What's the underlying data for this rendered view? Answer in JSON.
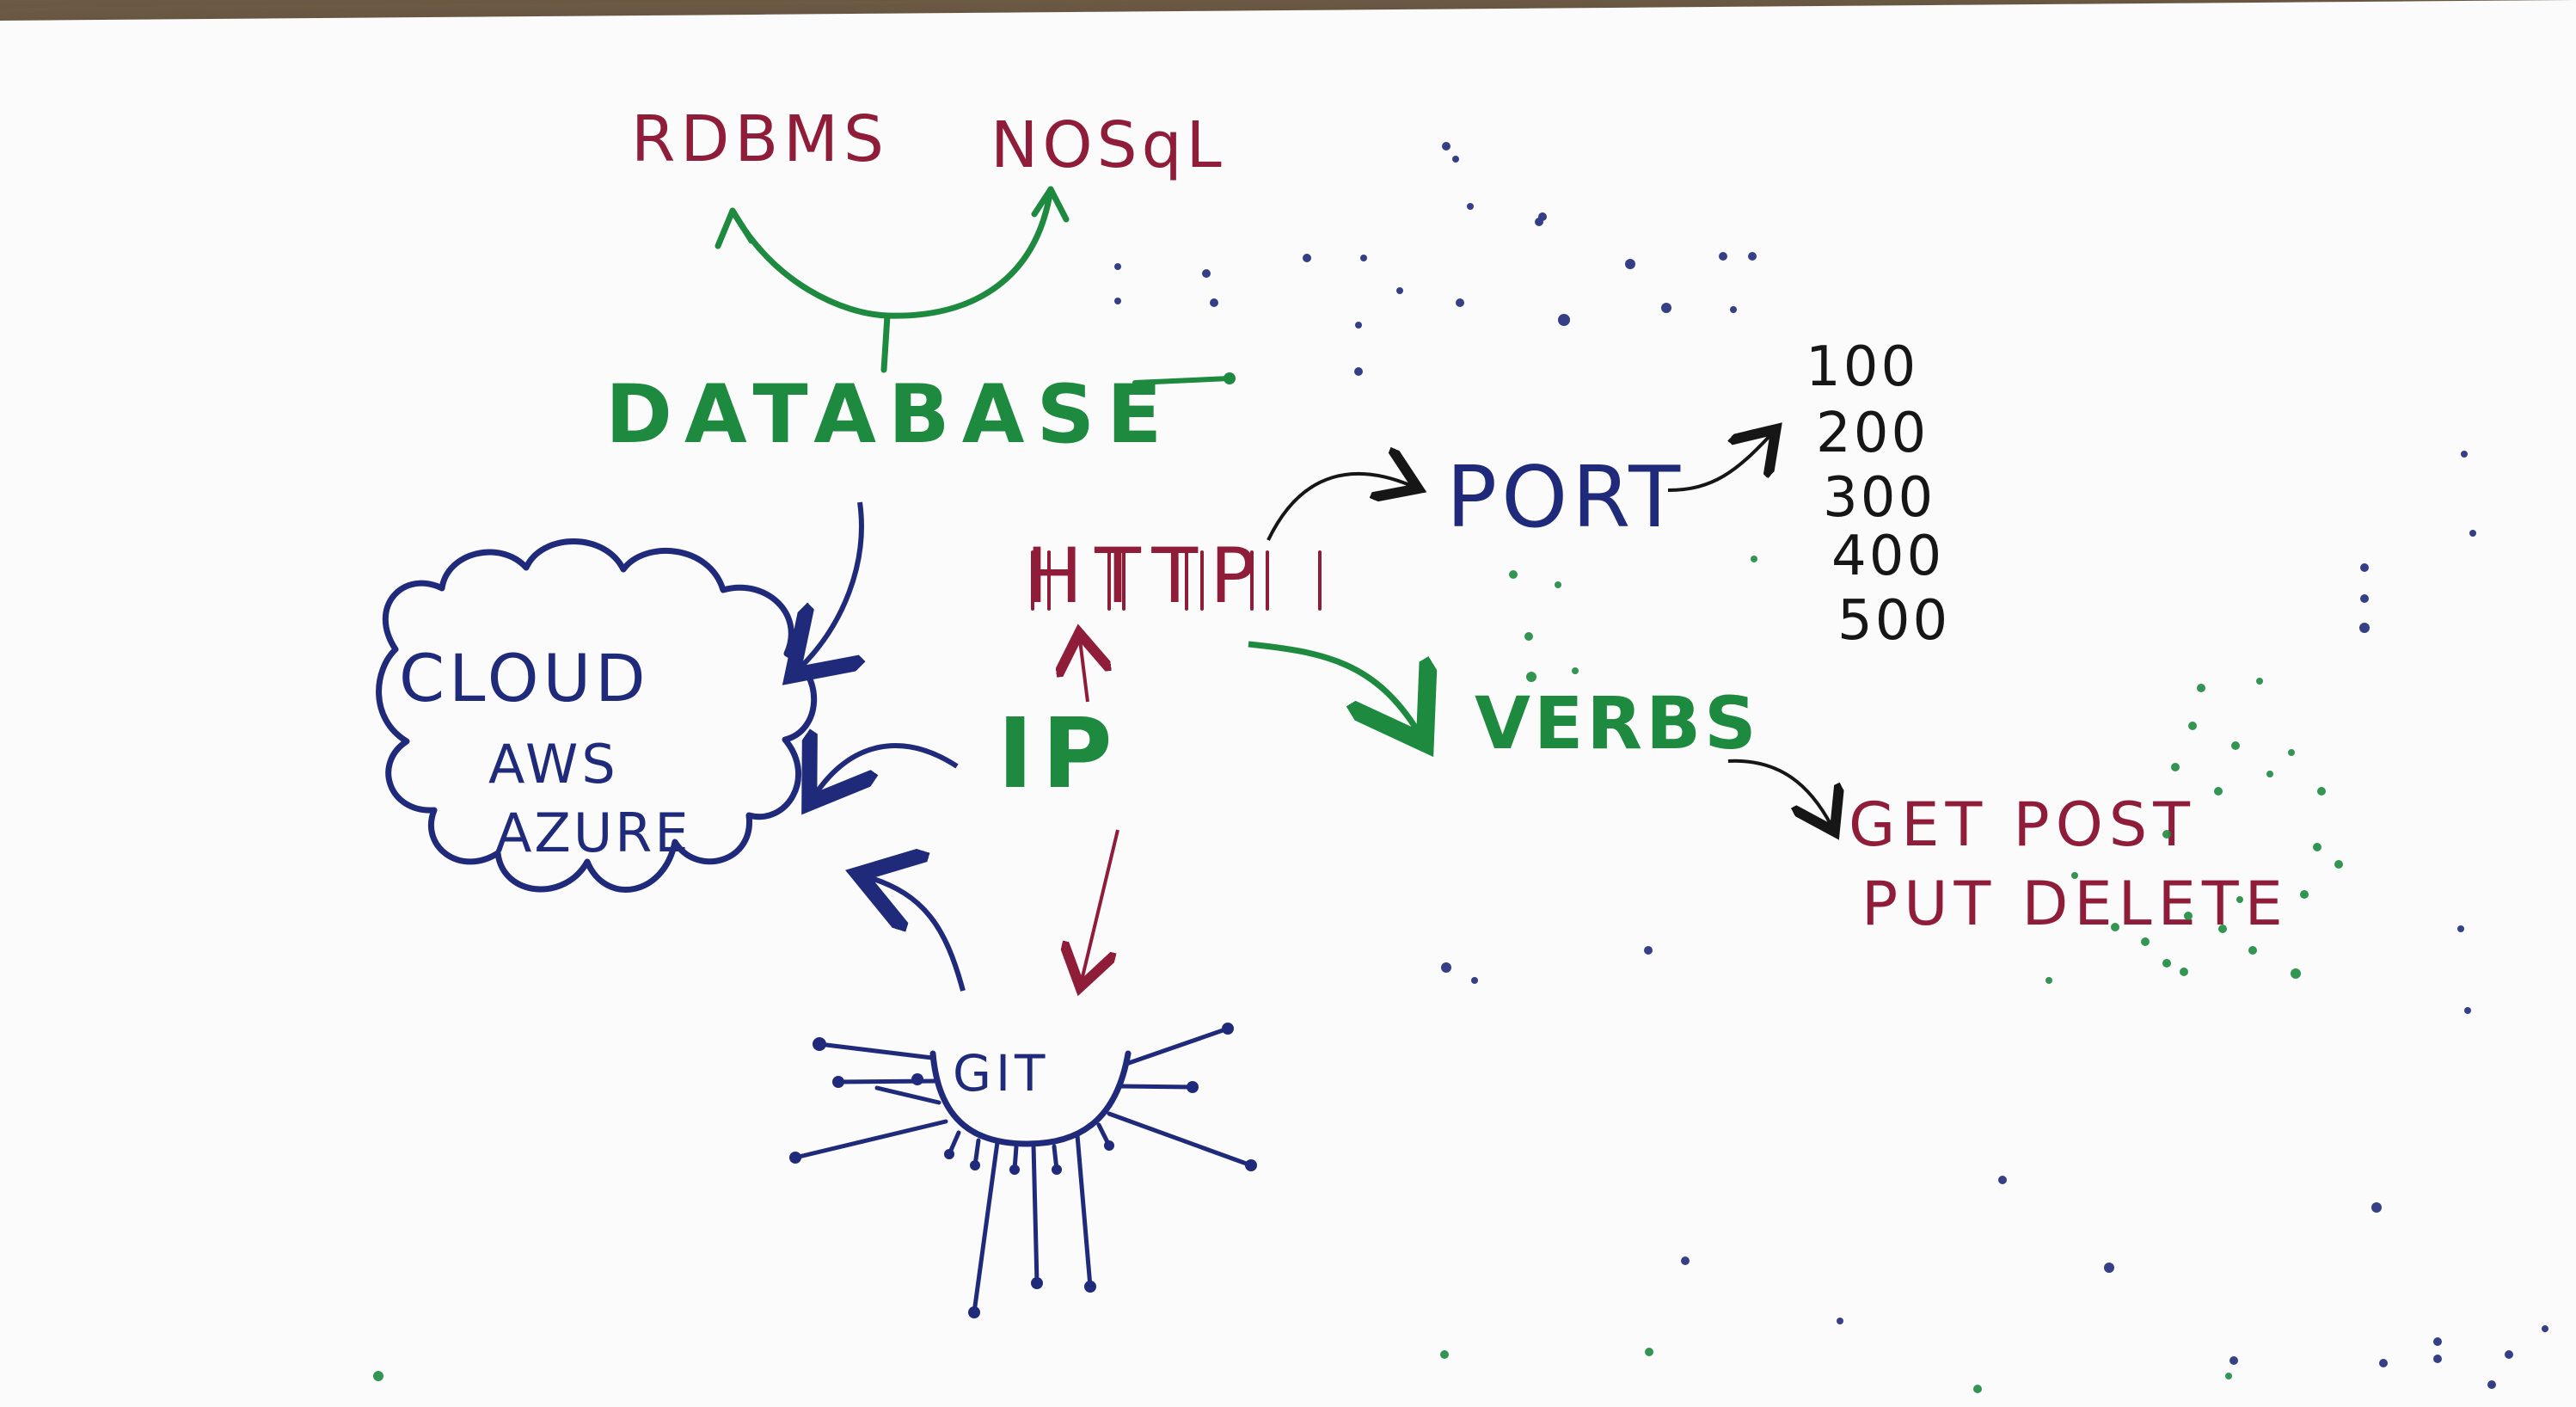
{
  "colors": {
    "paper": "#fbfbfb",
    "shadow": "#6d5a45",
    "red_ink": "#8f1d3a",
    "green_ink": "#1d8a3f",
    "blue_ink": "#1f2b7a",
    "black_ink": "#161616"
  },
  "database": {
    "title": "DATABASE",
    "types": [
      "RDBMS",
      "NOSqL"
    ]
  },
  "cloud": {
    "title": "CLOUD",
    "providers": [
      "AWS",
      "AZURE"
    ]
  },
  "network": {
    "ip": "IP",
    "http": "HTTP",
    "port": "PORT",
    "port_values": [
      "100",
      "200",
      "300",
      "400",
      "500"
    ],
    "verbs_title": "VERBS",
    "verbs_line_1": "GET POST",
    "verbs_line_2": "PUT DELETE"
  },
  "git": {
    "label": "GIT"
  }
}
